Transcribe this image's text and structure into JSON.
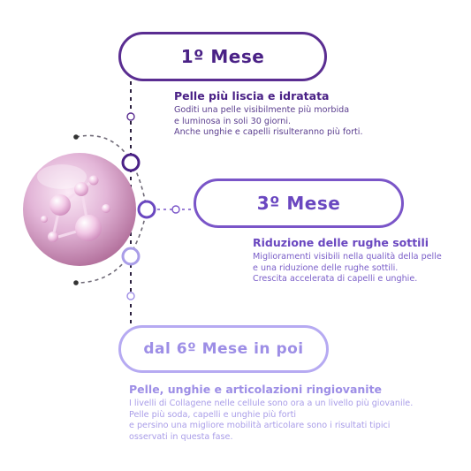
{
  "stages": [
    {
      "label": "1º Mese",
      "title": "Pelle più liscia e idratata",
      "lines": [
        "Goditi una pelle visibilmente più morbida",
        "e luminosa in soli 30 giorni.",
        "Anche unghie e capelli risulteranno più forti."
      ]
    },
    {
      "label": "3º Mese",
      "title": "Riduzione delle rughe sottili",
      "lines": [
        "Miglioramenti visibili nella qualità della pelle",
        "e una riduzione delle rughe sottili.",
        "Crescita accelerata di capelli e unghie."
      ]
    },
    {
      "label": "dal 6º Mese in poi",
      "title": "Pelle, unghie e articolazioni ringiovanite",
      "lines": [
        "I livelli di Collagene nelle cellule sono ora a un livello più giovanile.",
        "Pelle più soda, capelli e unghie più forti",
        "e persino una migliore mobilità articolare sono i risultati tipici",
        "osservati in questa fase."
      ]
    }
  ],
  "colors": {
    "stage_1": "#5a2d91",
    "stage_3": "#7a55c8",
    "stage_6": "#b6aaf2",
    "molecule": "#d9a3cf"
  },
  "icons": [
    "collagen-molecule-icon"
  ]
}
